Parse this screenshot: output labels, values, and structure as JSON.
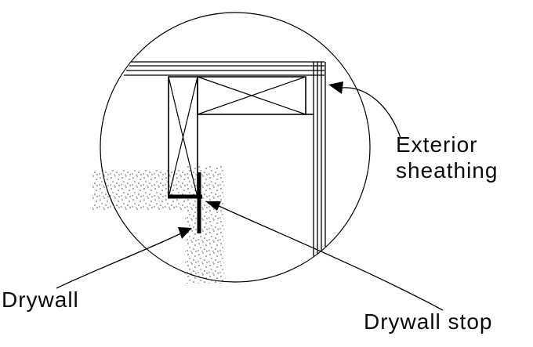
{
  "figure": {
    "type": "construction-detail-diagram",
    "description": "Circled plan detail of an exterior wall corner showing framing, sheathing, drywall and drywall stop",
    "labels": {
      "exterior_sheathing": "Exterior sheathing",
      "drywall": "Drywall",
      "drywall_stop": "Drywall stop"
    },
    "colors": {
      "line": "#000000",
      "stipple": "#444444",
      "background": "#ffffff"
    }
  }
}
